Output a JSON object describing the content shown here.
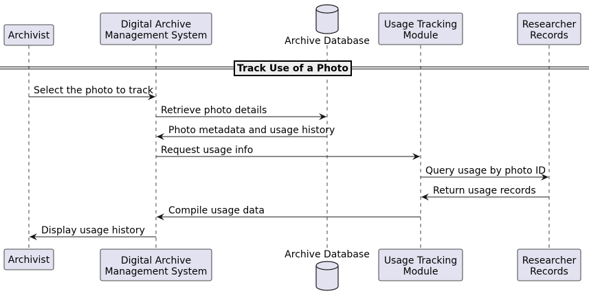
{
  "participants": [
    {
      "id": "archivist",
      "lines": [
        "Archivist"
      ],
      "shape": "box"
    },
    {
      "id": "dams",
      "lines": [
        "Digital Archive",
        "Management System"
      ],
      "shape": "box"
    },
    {
      "id": "db",
      "lines": [
        "Archive Database"
      ],
      "shape": "database"
    },
    {
      "id": "utm",
      "lines": [
        "Usage Tracking",
        "Module"
      ],
      "shape": "box"
    },
    {
      "id": "rr",
      "lines": [
        "Researcher",
        "Records"
      ],
      "shape": "box"
    }
  ],
  "divider": {
    "title": "Track Use of a Photo"
  },
  "messages": [
    {
      "from": "archivist",
      "to": "dams",
      "label": "Select the photo to track"
    },
    {
      "from": "dams",
      "to": "db",
      "label": "Retrieve photo details"
    },
    {
      "from": "db",
      "to": "dams",
      "label": "Photo metadata and usage history"
    },
    {
      "from": "dams",
      "to": "utm",
      "label": "Request usage info"
    },
    {
      "from": "utm",
      "to": "rr",
      "label": "Query usage by photo ID"
    },
    {
      "from": "rr",
      "to": "utm",
      "label": "Return usage records"
    },
    {
      "from": "utm",
      "to": "dams",
      "label": "Compile usage data"
    },
    {
      "from": "dams",
      "to": "archivist",
      "label": "Display usage history"
    }
  ],
  "colors": {
    "participant_fill": "#e2e2f0",
    "participant_stroke": "#181818",
    "lifeline": "#181818",
    "arrow": "#181818",
    "divider_fill": "#eeeeee"
  }
}
